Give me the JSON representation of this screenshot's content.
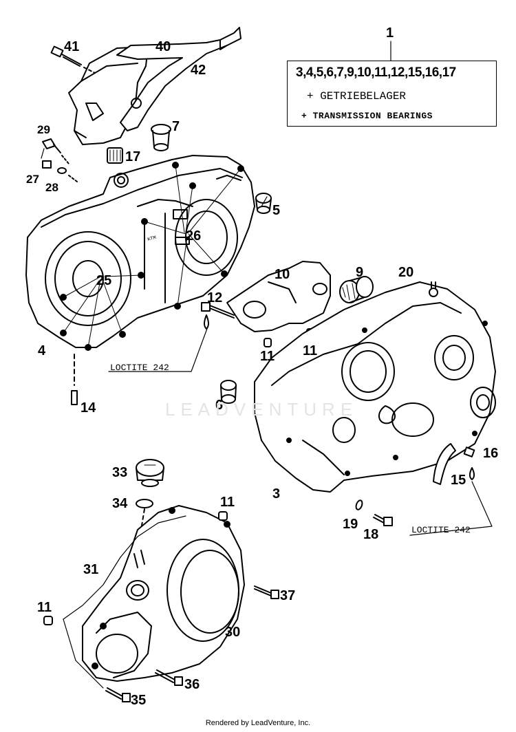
{
  "kit_box": {
    "part_number": "1",
    "parts_list": "3,4,5,6,7,9,10,11,12,15,16,17",
    "line_de": "+ GETRIEBELAGER",
    "line_en": "+ TRANSMISSION BEARINGS"
  },
  "loctite_note_left": "LOCTITE 242",
  "loctite_note_right": "LOCTITE 242",
  "watermark": "LEADVENTURE",
  "footer": "Rendered by LeadVenture, Inc.",
  "callouts": {
    "p41": "41",
    "p40": "40",
    "p42": "42",
    "p7": "7",
    "p29": "29",
    "p17": "17",
    "p27": "27",
    "p28": "28",
    "p5": "5",
    "p26": "26",
    "p25": "25",
    "p10": "10",
    "p9": "9",
    "p20": "20",
    "p12": "12",
    "p4": "4",
    "p11a": "11",
    "p11b": "11",
    "p14": "14",
    "p6": "6",
    "p16": "16",
    "p33": "33",
    "p15": "15",
    "p3": "3",
    "p34": "34",
    "p11c": "11",
    "p19": "19",
    "p18": "18",
    "p31": "31",
    "p37": "37",
    "p11d": "11",
    "p30": "30",
    "p36": "36",
    "p35": "35"
  }
}
